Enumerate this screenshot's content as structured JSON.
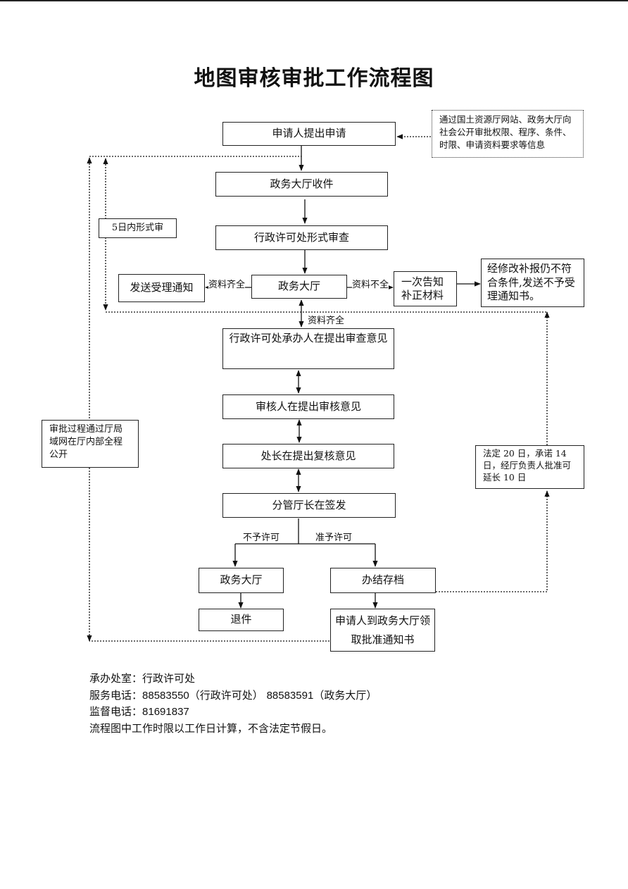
{
  "title": "地图审核审批工作流程图",
  "nodes": {
    "apply": "申请人提出申请",
    "publicity": "通过国土资源厅网站、政务大厅向社会公开审批权限、程序、条件、时限、申请资料要求等信息",
    "receive": "政务大厅收件",
    "formal_review": "行政许可处形式审查",
    "five_day": "5日内形式审",
    "hall_1": "政务大厅",
    "send_notice": "发送受理通知",
    "one_time_notice": "一次告知补正材料",
    "reject_notice": "经修改补报仍不符合条件,发送不予受理通知书。",
    "officer_opinion": "行政许可处承办人在提出审查意见",
    "reviewer_opinion": "审核人在提出审核意见",
    "director_opinion": "处长在提出复核意见",
    "deputy_sign": "分管厅长在签发",
    "hall_2": "政务大厅",
    "return": "退件",
    "archive": "办结存档",
    "collect": "申请人到政务大厅领取批准通知书",
    "lan_public": "审批过程通过厅局域网在厅内部全程公开",
    "time_limit": "法定 20 日，承诺 14 日，经厅负责人批准可延长 10 日"
  },
  "edge_labels": {
    "complete_left": "资料齐全",
    "incomplete": "资料不全",
    "complete_down": "资料齐全",
    "not_approved": "不予许可",
    "approved": "准予许可"
  },
  "footer": {
    "office": "承办处室：行政许可处",
    "service_label": "服务电话：",
    "service_phone_1": "88583550",
    "service_phone_1_note": "（行政许可处）",
    "service_phone_2": "88583591",
    "service_phone_2_note": "（政务大厅）",
    "supervise_label": "监督电话：",
    "supervise_phone": "81691837",
    "note": "流程图中工作时限以工作日计算，不含法定节假日。"
  }
}
